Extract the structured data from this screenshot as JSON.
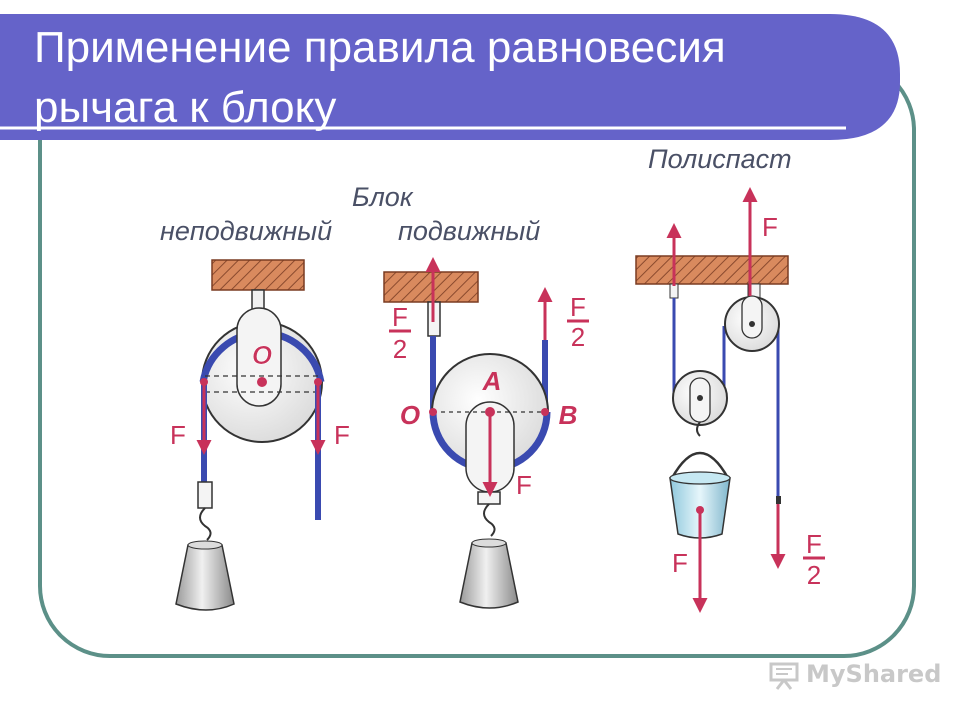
{
  "slide": {
    "title_line1": "Применение правила равновесия",
    "title_line2": "рычага к блоку",
    "colors": {
      "banner": "#6563c9",
      "frame": "#5c9088",
      "force": "#c8325a",
      "rope": "#3a4ab0"
    }
  },
  "diagram": {
    "label_block": "Блок",
    "label_fixed": "неподвижный",
    "label_movable": "подвижный",
    "label_pulley_system": "Полиспаст",
    "point_O": "O",
    "point_A": "A",
    "point_B": "B",
    "force": "F",
    "half_force_num": "F",
    "half_force_den": "2"
  },
  "watermark": {
    "text": "MyShared",
    "icon": "presentation-board-icon"
  }
}
